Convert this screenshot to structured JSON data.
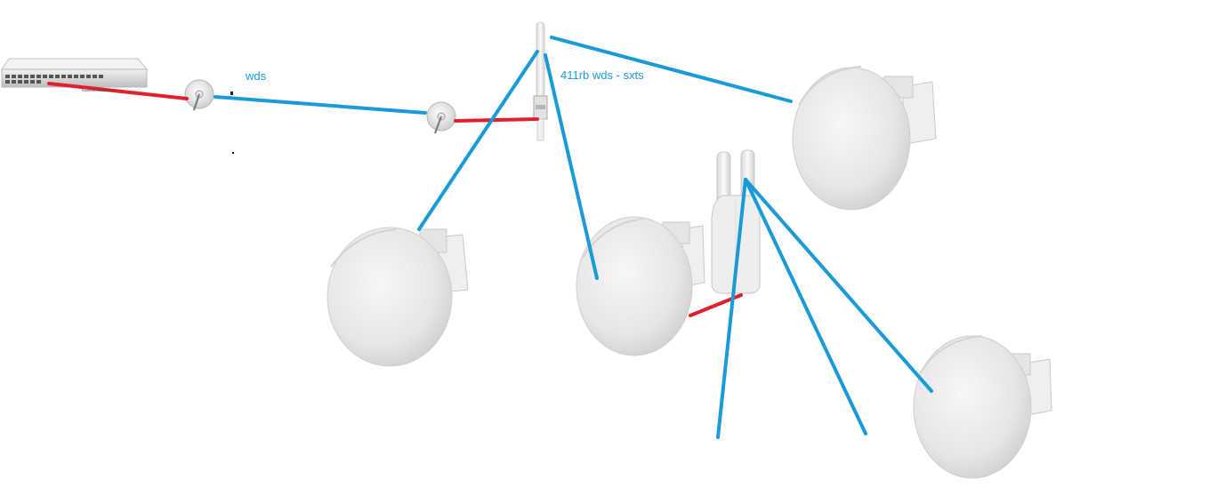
{
  "labels": {
    "wds": "wds",
    "tower": "411rb  wds - sxts"
  },
  "device_text": {
    "router_brand": "RouterBOARD 1100"
  },
  "colors": {
    "wireless_link": "#1a9bd7",
    "wired_link": "#e0202a",
    "device_body": "#ececec",
    "device_shadow": "#c8c8c8"
  },
  "icons": {
    "router": "rack-router-icon",
    "dish": "dish-antenna-icon",
    "omni": "omni-antenna-icon",
    "sxt": "sxt-cpe-icon",
    "dual": "dual-antenna-ap-icon"
  }
}
